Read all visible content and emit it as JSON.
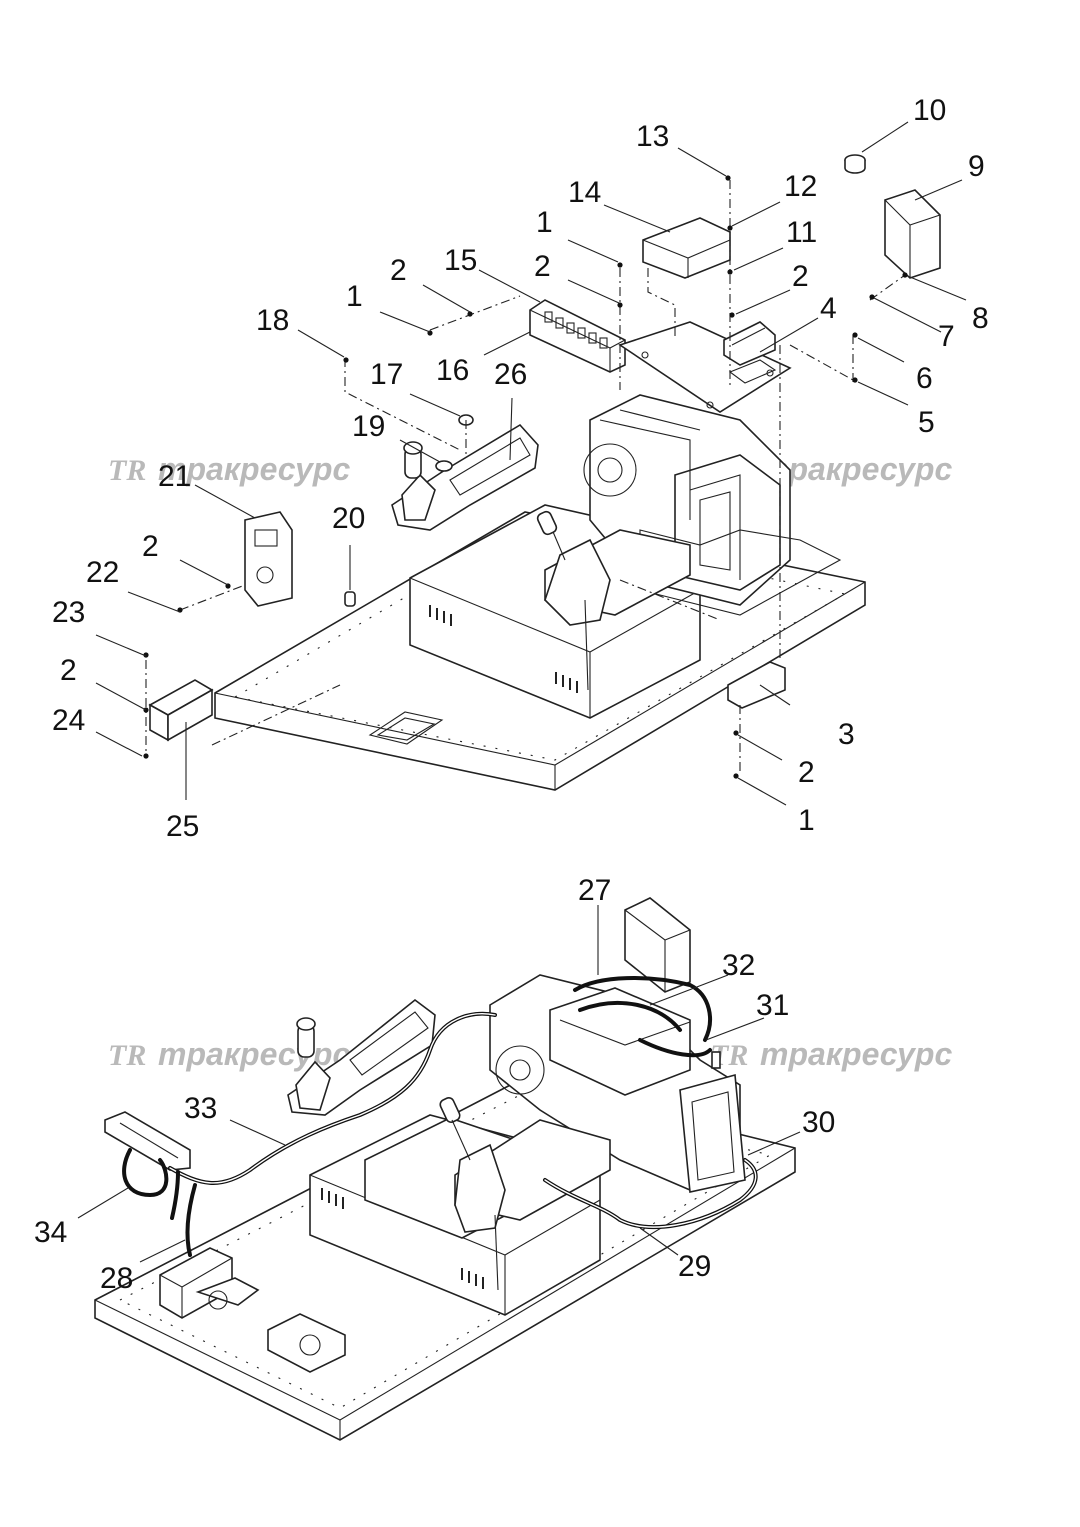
{
  "watermark": {
    "logo": "TR",
    "text": "тракресурс"
  },
  "upper_view": {
    "callouts": [
      "10",
      "13",
      "9",
      "12",
      "14",
      "11",
      "1",
      "2",
      "15",
      "2",
      "2",
      "4",
      "18",
      "1",
      "8",
      "7",
      "17",
      "16",
      "26",
      "6",
      "19",
      "5",
      "20",
      "21",
      "2",
      "22",
      "23",
      "2",
      "3",
      "24",
      "2",
      "25",
      "1"
    ]
  },
  "lower_view": {
    "callouts": [
      "27",
      "32",
      "31",
      "33",
      "30",
      "34",
      "29",
      "28"
    ]
  }
}
